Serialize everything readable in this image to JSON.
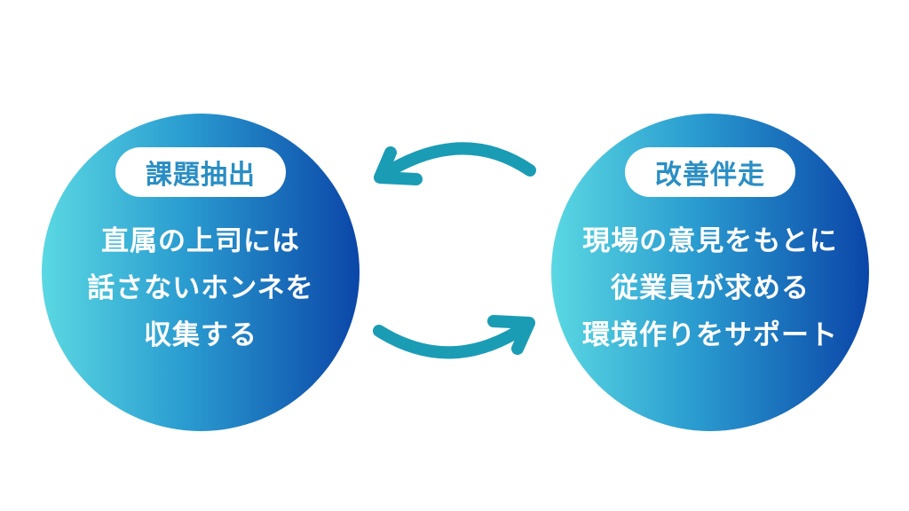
{
  "left": {
    "title": "課題抽出",
    "lines": [
      "直属の上司には",
      "話さないホンネを",
      "収集する"
    ]
  },
  "right": {
    "title": "改善伴走",
    "lines": [
      "現場の意見をもとに",
      "従業員が求める",
      "環境作りをサポート"
    ]
  },
  "colors": {
    "arrow": "#1a9cb5",
    "gradient_start": "#5ad8e2",
    "gradient_end": "#0b46a8",
    "pill_text": "#2a8ec4"
  }
}
